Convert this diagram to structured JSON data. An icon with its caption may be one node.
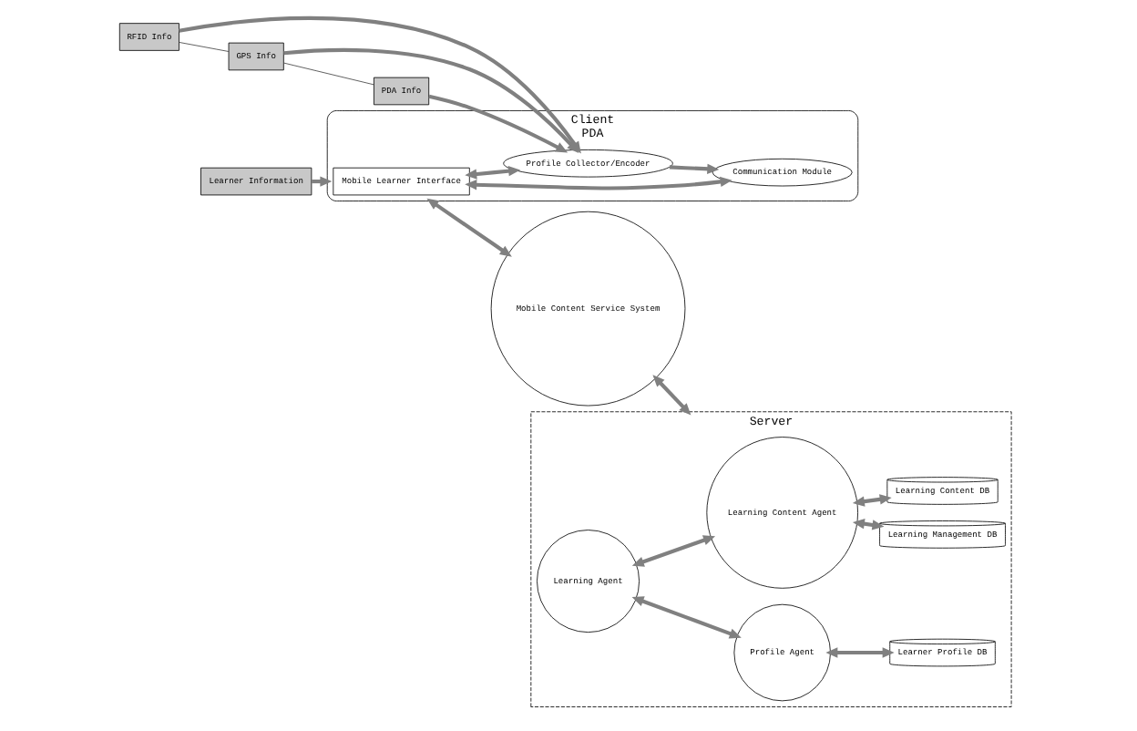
{
  "diagram": {
    "nodes": [
      {
        "text": [
          "Client",
          "PDA"
        ]
      },
      {
        "text": [
          "Learner Information"
        ]
      },
      {
        "text": [
          "Mobile Learner Interface"
        ],
        "in": 0
      },
      {
        "text": [
          "Communication Module"
        ],
        "in": 0
      },
      {
        "text": [
          "Profile Collector/Encoder"
        ],
        "in": 0
      },
      {
        "text": [
          "RFID Info"
        ]
      },
      {
        "text": [
          "GPS Info"
        ]
      },
      {
        "text": [
          "PDA Info"
        ]
      },
      {
        "text": [
          "Mobile Content Service System"
        ]
      },
      {
        "text": [
          "Server"
        ]
      },
      {
        "text": [
          "Learning Content Agent"
        ],
        "in": 9
      },
      {
        "text": [
          "Learning Agent"
        ],
        "in": 9
      },
      {
        "text": [
          "Profile Agent"
        ],
        "in": 9
      },
      {
        "text": [
          "Learning Content DB"
        ],
        "in": 9
      },
      {
        "text": [
          "Learning Management DB"
        ],
        "in": 9
      },
      {
        "text": [
          "Learner Profile DB"
        ],
        "in": 9
      }
    ],
    "edges": [
      {
        "from": 1,
        "to": 0,
        "arrow": "to"
      },
      {
        "from": 2,
        "to": 4,
        "arrow": "both"
      },
      {
        "from": 2,
        "to": 3,
        "arrow": "both"
      },
      {
        "from": 4,
        "to": 3,
        "arrow": "to"
      },
      {
        "from": 5,
        "to": 4,
        "arrow": "to"
      },
      {
        "from": 6,
        "to": 4,
        "arrow": "to"
      },
      {
        "from": 7,
        "to": 4,
        "arrow": "to"
      },
      {
        "from": 5,
        "to": 6,
        "arrow": "none",
        "color": "#404040"
      },
      {
        "from": 6,
        "to": 7,
        "arrow": "none",
        "color": "#404040"
      },
      {
        "from": 0,
        "to": 8,
        "arrow": "both"
      },
      {
        "from": 8,
        "to": 9,
        "arrow": "both"
      },
      {
        "from": 11,
        "to": 10,
        "arrow": "both"
      },
      {
        "from": 11,
        "to": 12,
        "arrow": "both"
      },
      {
        "from": 10,
        "to": 13,
        "arrow": "both"
      },
      {
        "from": 10,
        "to": 14,
        "arrow": "both"
      },
      {
        "from": 12,
        "to": 15,
        "arrow": "both"
      }
    ]
  }
}
